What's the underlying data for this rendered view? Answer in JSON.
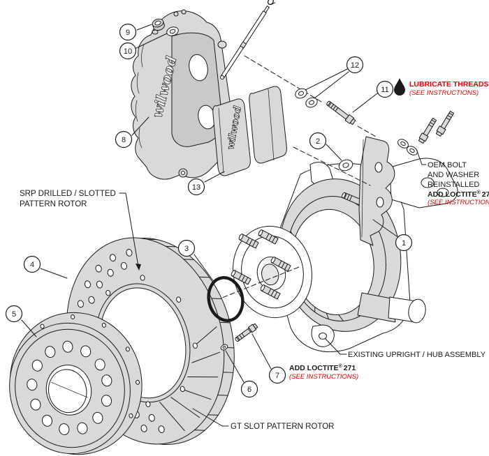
{
  "diagram": {
    "brand_script": "wilwood",
    "colors": {
      "line": "#1a1a1a",
      "fill_light": "#d9d9d9",
      "fill_mid": "#c9c9c9",
      "red": "#e80000",
      "background": "#ffffff"
    },
    "callouts": [
      "1",
      "2",
      "3",
      "4",
      "5",
      "6",
      "7",
      "8",
      "9",
      "10",
      "11",
      "12",
      "13"
    ],
    "labels": {
      "srp_line1": "SRP DRILLED / SLOTTED",
      "srp_line2": "PATTERN ROTOR",
      "gt_rotor": "GT SLOT PATTERN ROTOR",
      "upright": "EXISTING UPRIGHT / HUB ASSEMBLY",
      "oem_line1": "OEM BOLT",
      "oem_line2": "AND WASHER",
      "oem_line3": "REINSTALLED",
      "add_loctite": "ADD LOCTITE",
      "registered": "®",
      "loctite_number": "271",
      "see_instructions": "(SEE INSTRUCTIONS)",
      "lubricate": "LUBRICATE THREADS"
    }
  }
}
